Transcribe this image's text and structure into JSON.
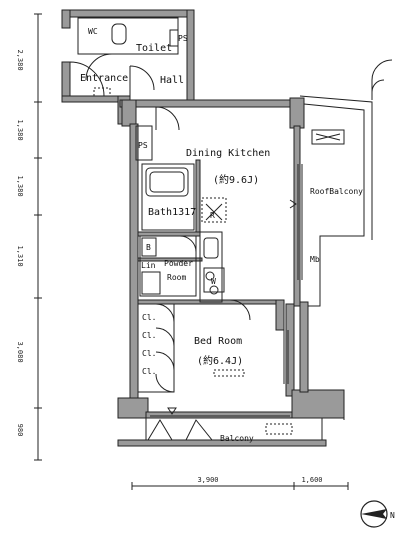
{
  "rooms": {
    "toilet": "Toilet",
    "hall": "Hall",
    "entrance": "Entrance",
    "dining_kitchen": "Dining Kitchen",
    "dining_kitchen_area": "(約9.6J)",
    "bath": "Bath1317",
    "powder_room_line1": "Powder",
    "powder_room_line2": "Room",
    "linen": "Lin",
    "bed_room": "Bed Room",
    "bed_room_area": "(約6.4J)",
    "roof_balcony": "RoofBalcony",
    "balcony": "Balcony",
    "closet_1": "Cl.",
    "closet_2": "Cl.",
    "closet_3": "Cl.",
    "closet_4": "Cl."
  },
  "marks": {
    "ps_top": "PS",
    "ps_left": "PS",
    "mb": "Mb",
    "washer": "W",
    "fridge": "R",
    "b_mark": "B",
    "wc_mark": "WC"
  },
  "dimensions": {
    "vertical": [
      "2,380",
      "1,380",
      "1,380",
      "1,310",
      "3,080",
      "980"
    ],
    "horizontal": [
      "3,900",
      "1,600"
    ]
  },
  "compass": {
    "label": "N"
  }
}
